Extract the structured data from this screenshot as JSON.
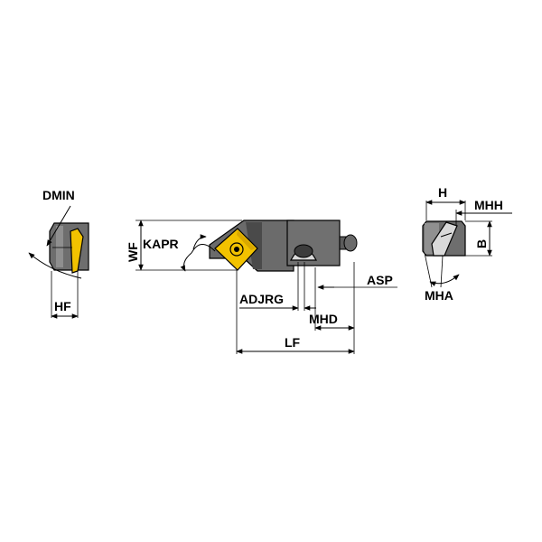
{
  "labels": {
    "dmin": "DMIN",
    "hf": "HF",
    "wf": "WF",
    "kapr": "KAPR",
    "adjrg": "ADJRG",
    "mhd": "MHD",
    "lf": "LF",
    "asp": "ASP",
    "h": "H",
    "mhh": "MHH",
    "b": "B",
    "mha": "MHA"
  },
  "colors": {
    "body": "#6b6b6b",
    "body_dark": "#3f3f3f",
    "body_light": "#8f8f8f",
    "insert": "#f2c200",
    "line": "#000000"
  }
}
